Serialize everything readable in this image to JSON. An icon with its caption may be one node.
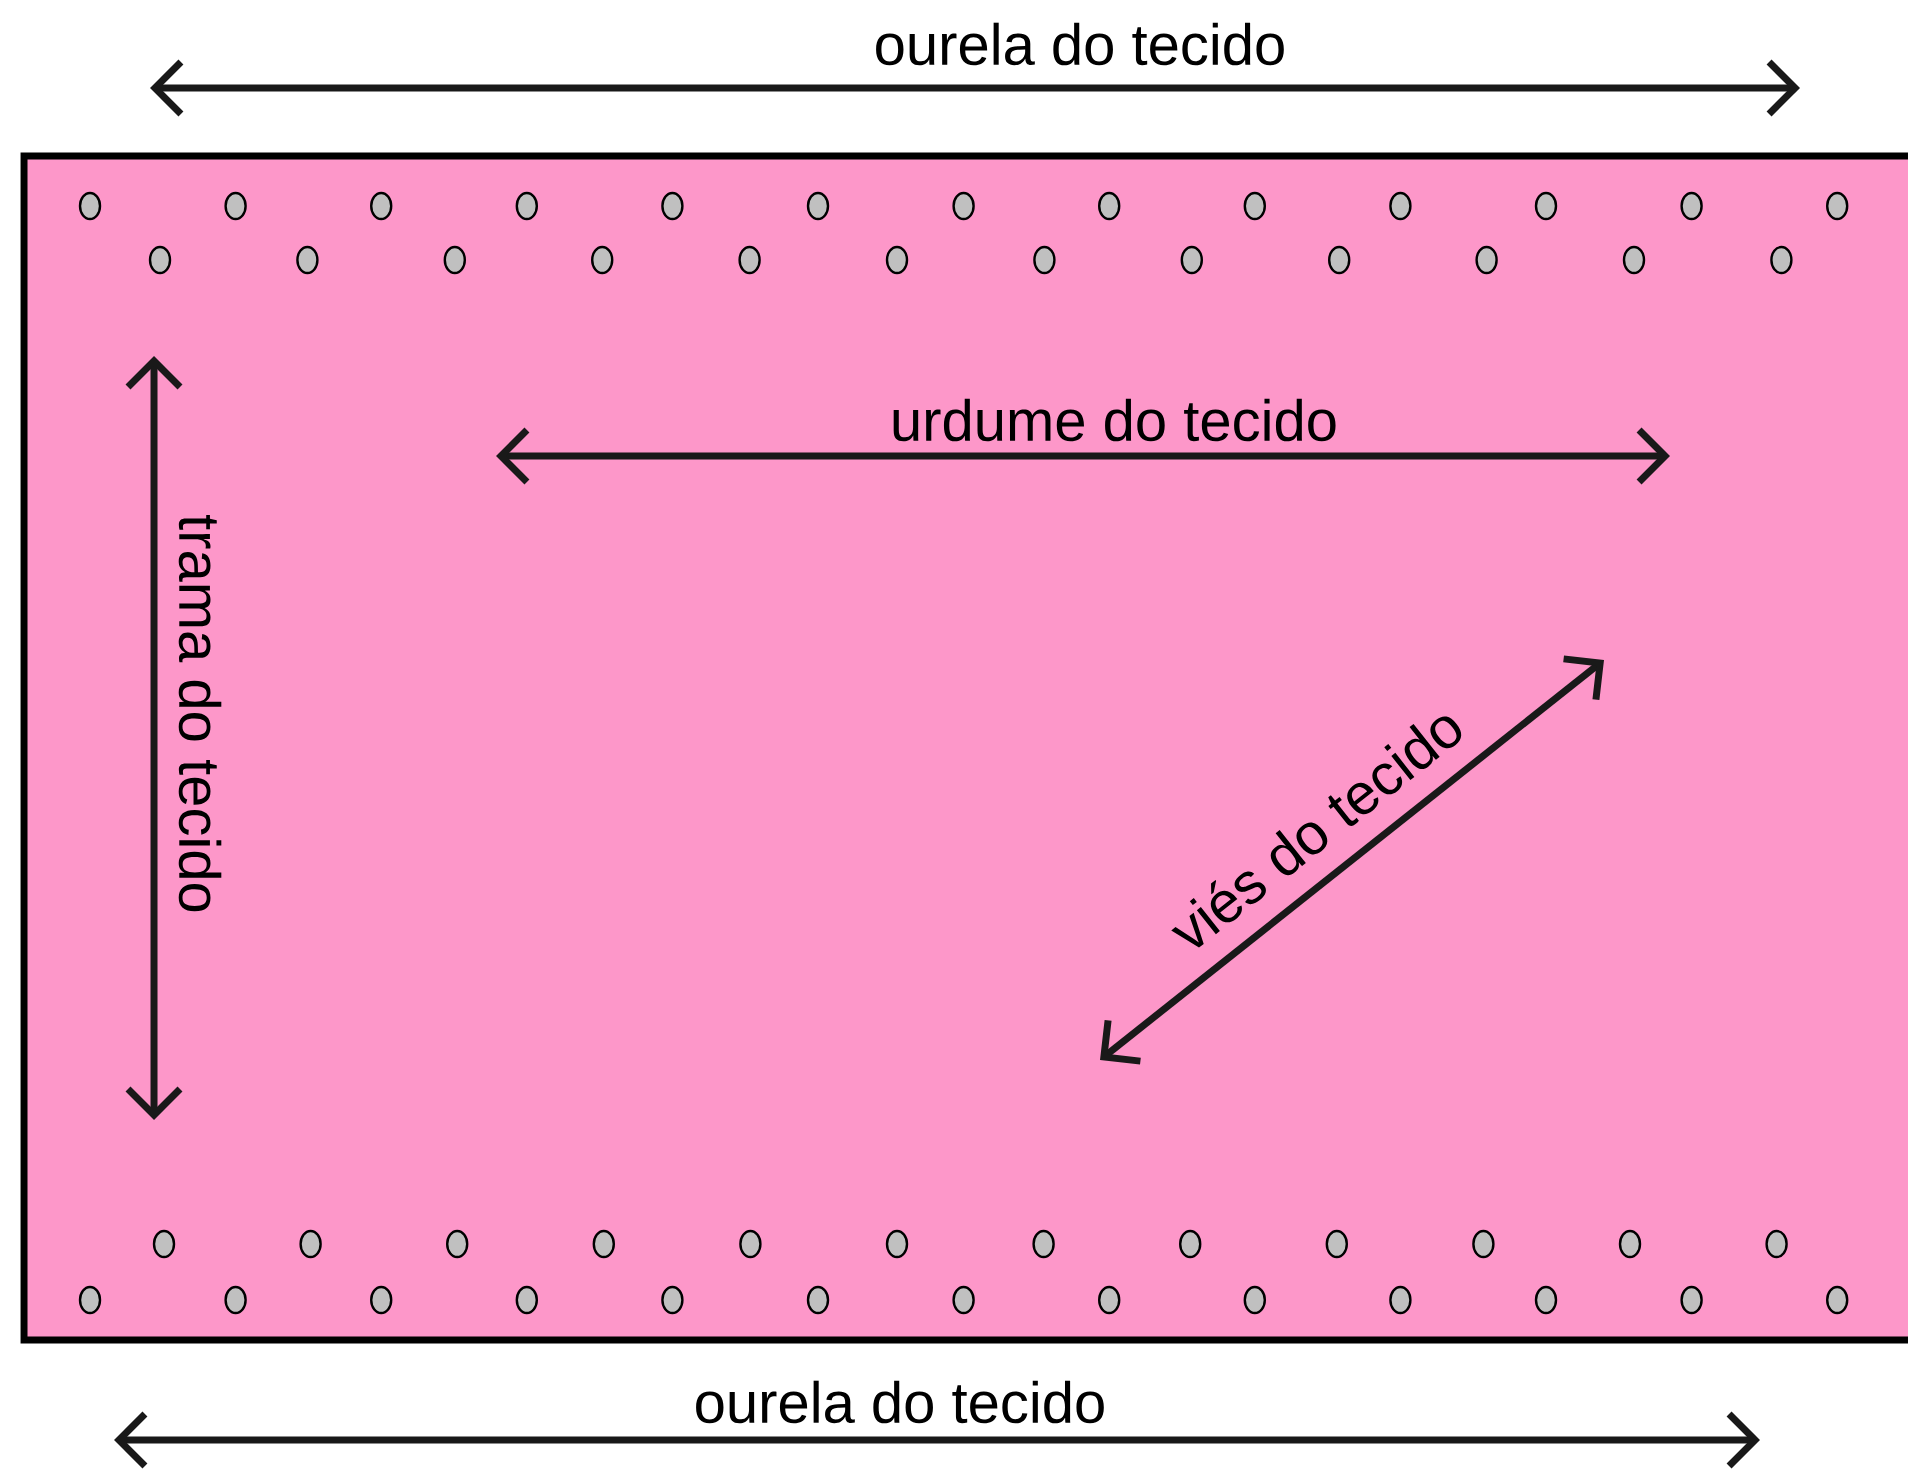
{
  "diagram": {
    "labels": [
      "ourela do tecido",
      "urdume do tecido",
      "trama do tecido",
      "viés do tecido",
      "ourela do tecido"
    ]
  }
}
